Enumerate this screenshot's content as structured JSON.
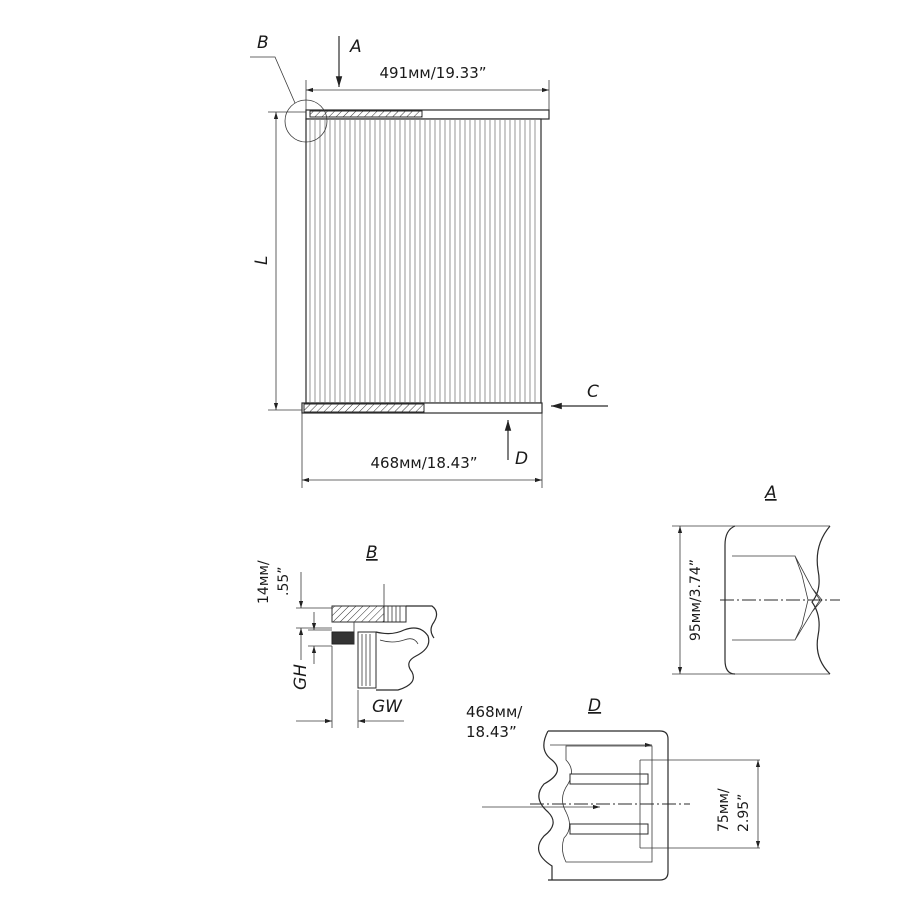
{
  "main_view": {
    "top_dimension": "491мм/19.33”",
    "bottom_dimension": "468мм/18.43”",
    "length_label": "L",
    "view_marker_a": "A",
    "view_marker_b": "B",
    "view_marker_c": "C",
    "view_marker_d": "D"
  },
  "detail_b": {
    "title": "B",
    "height_value": "14мм/",
    "height_inches": ".55”",
    "gh_label": "GH",
    "gw_label": "GW"
  },
  "detail_a": {
    "title": "A",
    "dimension": "95мм/3.74”"
  },
  "detail_d": {
    "title": "D",
    "width_value": "468мм/",
    "width_inches": "18.43”",
    "height_value": "75мм/",
    "height_inches": "2.95”"
  }
}
